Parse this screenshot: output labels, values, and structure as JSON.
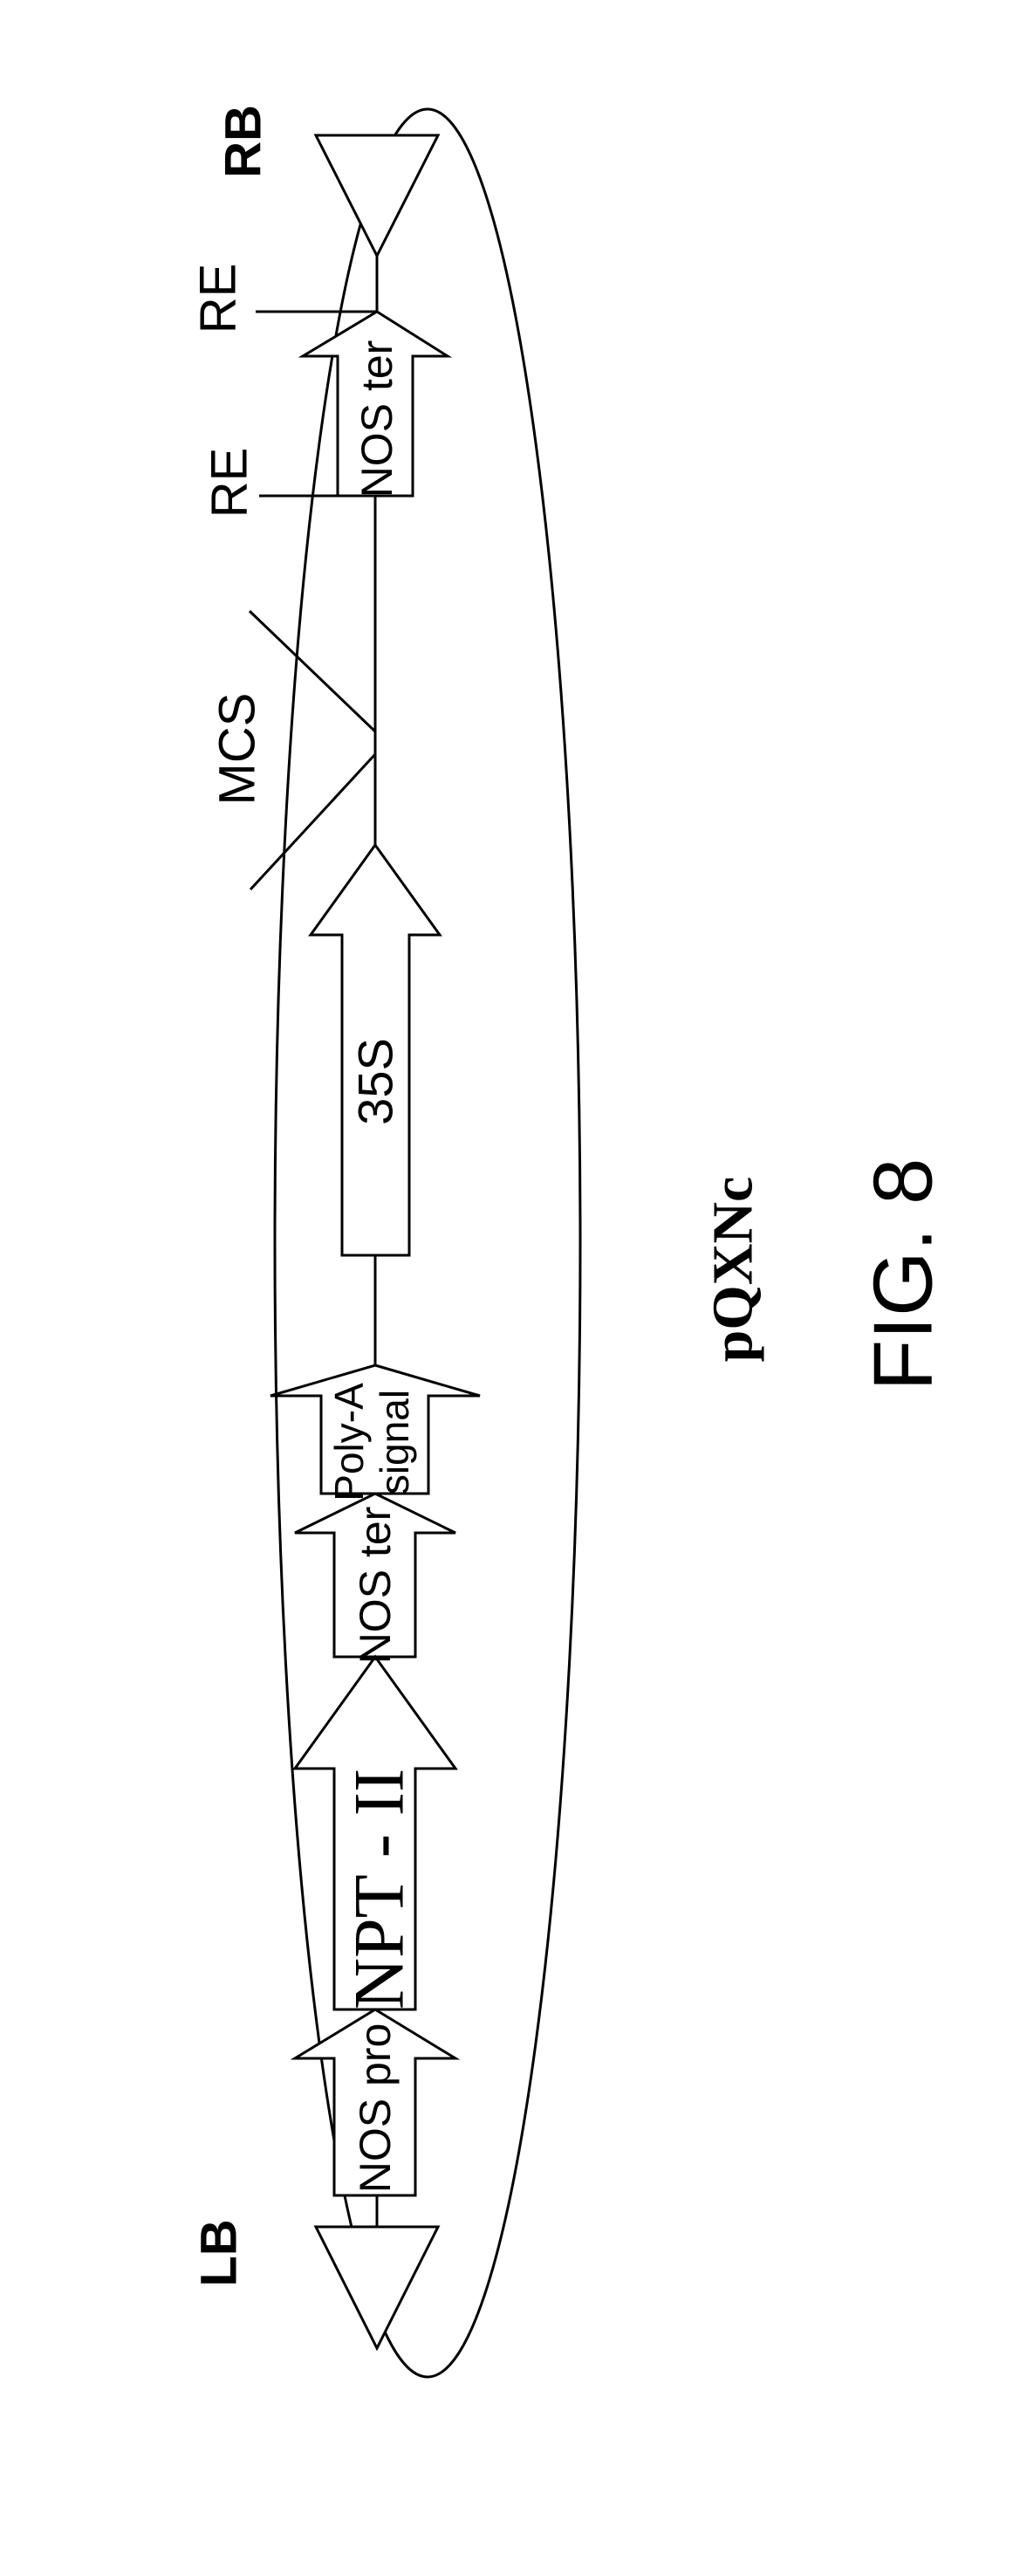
{
  "figure": {
    "plasmid_name": "pQXNc",
    "caption": "FIG. 8"
  },
  "labels": {
    "right_border": "RB",
    "left_border": "LB",
    "restriction_site_1": "RE",
    "restriction_site_2": "RE",
    "multiple_cloning_site": "MCS"
  },
  "elements": {
    "nos_ter_1": "NOS ter",
    "promoter_35s": "35S",
    "poly_a_line1": "Poly-A",
    "poly_a_line2": "signal",
    "nos_ter_2": "NOS ter",
    "npt_ii": "NPT - II",
    "nos_pro": "NOS pro"
  }
}
